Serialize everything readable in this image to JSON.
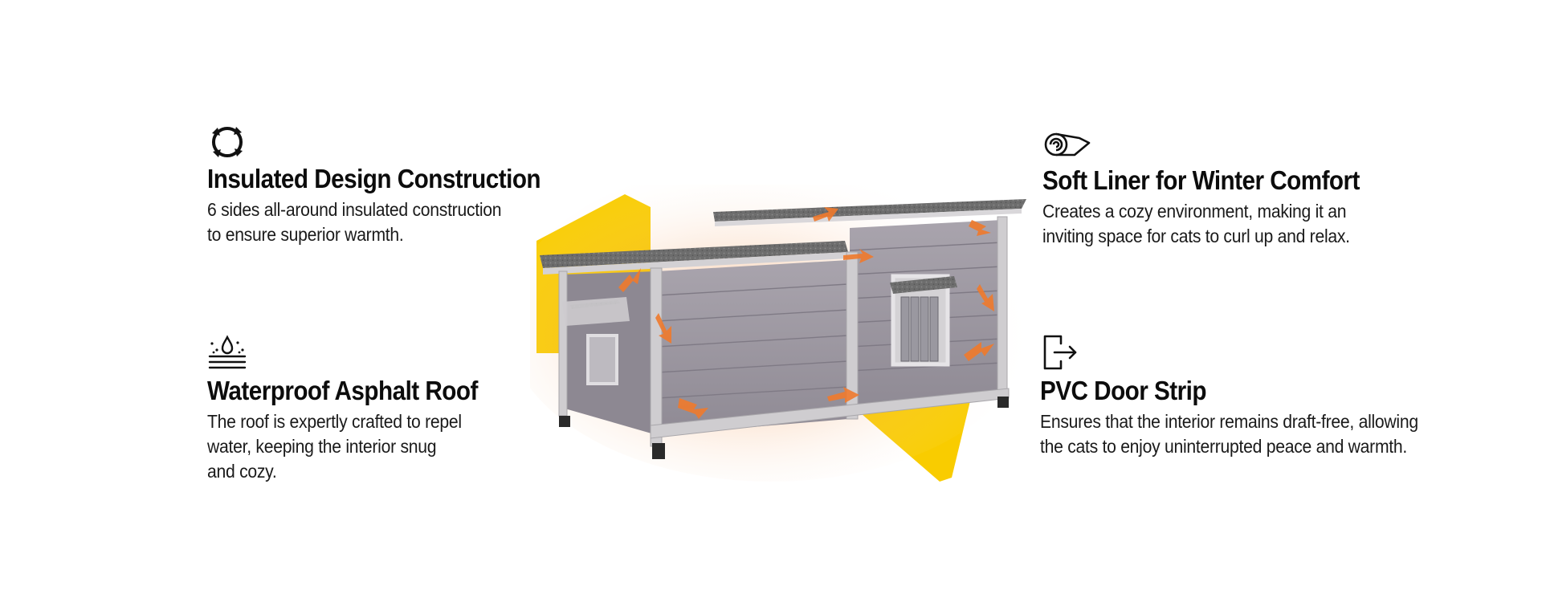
{
  "features": {
    "insulated": {
      "icon": "rotate-arrows-icon",
      "title": "Insulated Design Construction",
      "line1": "6 sides all-around insulated construction",
      "line2": "to ensure superior warmth."
    },
    "roof": {
      "icon": "waterproof-roof-icon",
      "title": "Waterproof Asphalt Roof",
      "line1": "The roof is expertly crafted to repel",
      "line2": "water, keeping the interior snug",
      "line3": "and cozy."
    },
    "liner": {
      "icon": "rolled-liner-icon",
      "title": "Soft Liner for Winter Comfort",
      "line1": "Creates a cozy environment, making it an",
      "line2": "inviting space for cats to curl up and relax."
    },
    "pvc": {
      "icon": "door-exit-icon",
      "title": "PVC Door Strip",
      "line1": "Ensures that the interior remains draft-free, allowing",
      "line2": "the cats to enjoy uninterrupted peace and warmth."
    }
  },
  "colors": {
    "accent_yellow": "#f9cc00",
    "roof_gray": "#6e6e6e",
    "wall_gray": "#9c98a0",
    "frame_light": "#c9c7ca",
    "heat_orange": "#f07a2c",
    "text": "#111111"
  }
}
